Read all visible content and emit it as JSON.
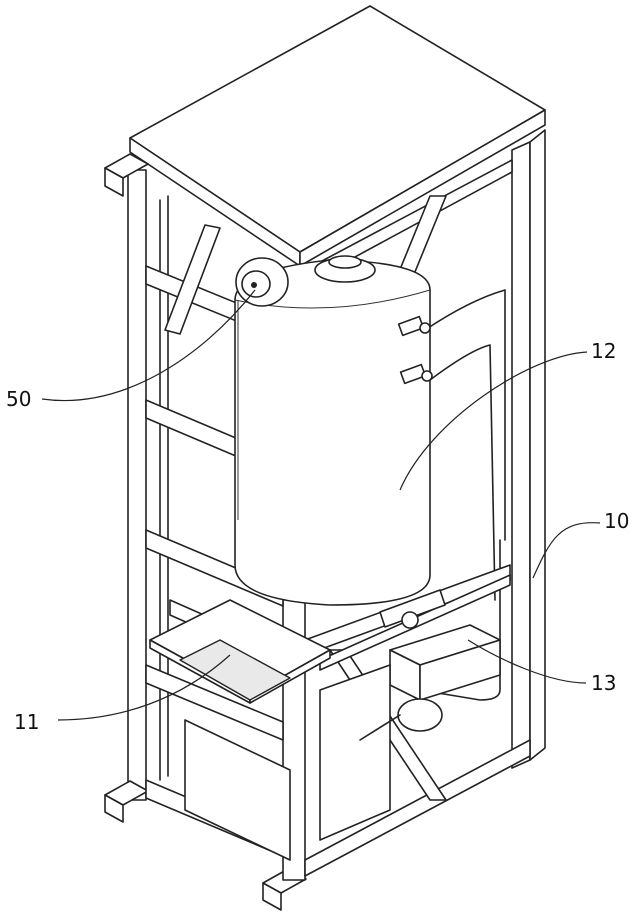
{
  "labels": {
    "l50": "50",
    "l12": "12",
    "l10": "10",
    "l13": "13",
    "l11": "11"
  }
}
